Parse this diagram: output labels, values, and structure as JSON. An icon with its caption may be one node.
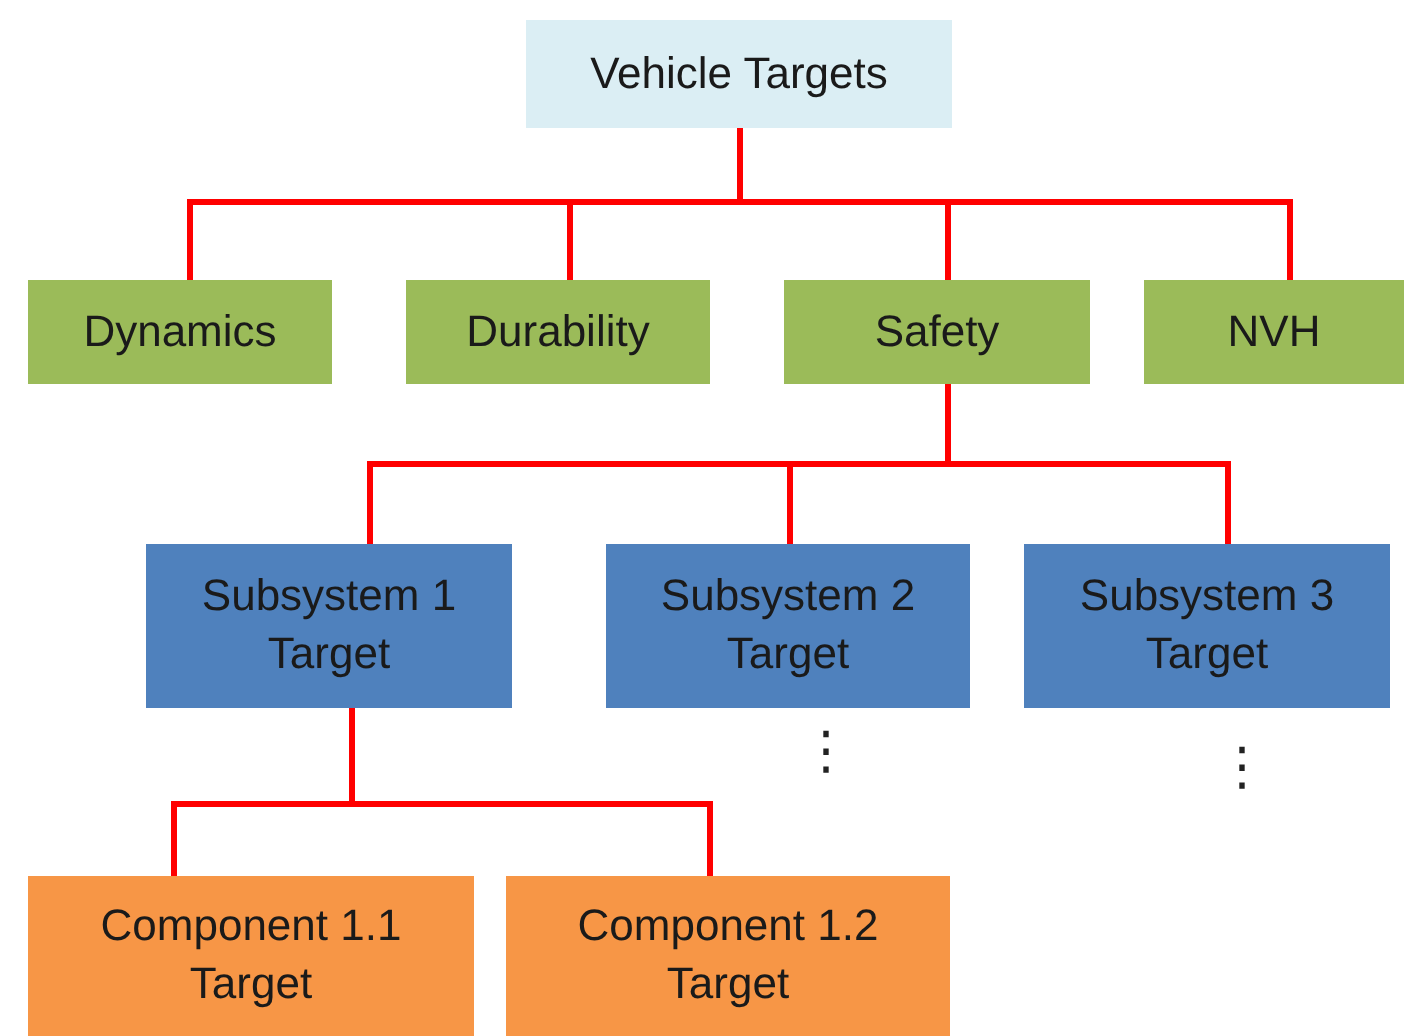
{
  "diagram": {
    "nodes": [
      {
        "text": [
          "Vehicle Targets"
        ]
      },
      {
        "text": [
          "Dynamics"
        ]
      },
      {
        "text": [
          "Durability"
        ]
      },
      {
        "text": [
          "Safety"
        ]
      },
      {
        "text": [
          "NVH"
        ]
      },
      {
        "text": [
          "Subsystem 1 Target"
        ]
      },
      {
        "text": [
          "Subsystem 2 Target"
        ]
      },
      {
        "text": [
          "Subsystem 3 Target"
        ]
      },
      {
        "text": [
          "Component 1.1 Target"
        ]
      },
      {
        "text": [
          "Component 1.2 Target"
        ]
      }
    ],
    "edges": [
      {
        "from": 0,
        "to": 1,
        "arrow": "none"
      },
      {
        "from": 0,
        "to": 2,
        "arrow": "none"
      },
      {
        "from": 0,
        "to": 3,
        "arrow": "none"
      },
      {
        "from": 0,
        "to": 4,
        "arrow": "none"
      },
      {
        "from": 3,
        "to": 5,
        "arrow": "none"
      },
      {
        "from": 3,
        "to": 6,
        "arrow": "none"
      },
      {
        "from": 3,
        "to": 7,
        "arrow": "none"
      },
      {
        "from": 5,
        "to": 8,
        "arrow": "none"
      },
      {
        "from": 5,
        "to": 9,
        "arrow": "none"
      }
    ],
    "labels": [
      "⋮",
      "⋮"
    ]
  }
}
